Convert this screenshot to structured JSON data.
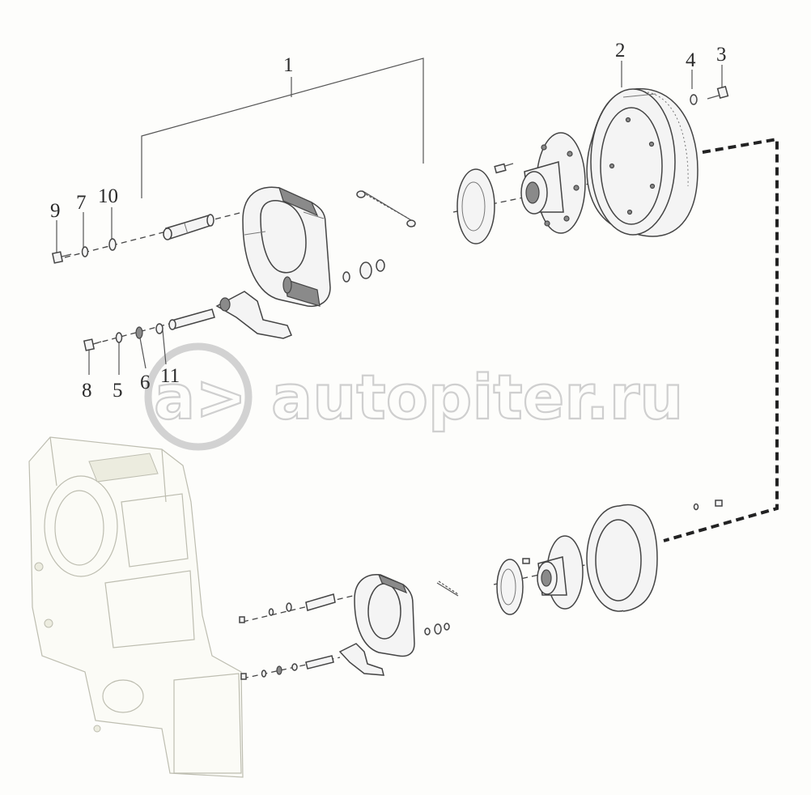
{
  "callouts": [
    {
      "id": "c1",
      "text": "1"
    },
    {
      "id": "c2",
      "text": "2"
    },
    {
      "id": "c3",
      "text": "3"
    },
    {
      "id": "c4",
      "text": "4"
    },
    {
      "id": "c5",
      "text": "5"
    },
    {
      "id": "c6",
      "text": "6"
    },
    {
      "id": "c7",
      "text": "7"
    },
    {
      "id": "c8",
      "text": "8"
    },
    {
      "id": "c9",
      "text": "9"
    },
    {
      "id": "c10",
      "text": "10"
    },
    {
      "id": "c11",
      "text": "11"
    }
  ],
  "watermark": {
    "text": "autopiter.ru",
    "logo_glyph": "a>"
  },
  "colors": {
    "ink": "#2b2b2b",
    "watermark": "#cfcfcf",
    "housing": "#bdbdb0"
  }
}
